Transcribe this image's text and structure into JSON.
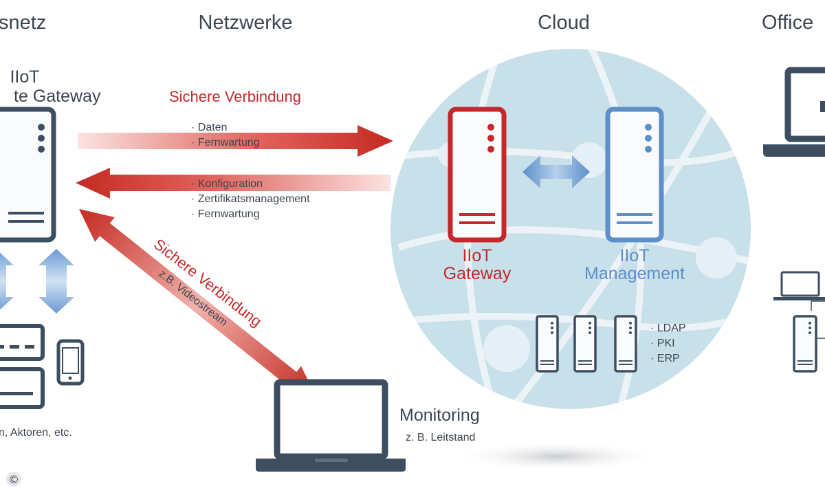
{
  "headers": {
    "left": "snetz",
    "networks": "Netzwerke",
    "cloud": "Cloud",
    "office": "Office"
  },
  "edge_gateway": {
    "line1": "IIoT",
    "line2": "te Gateway"
  },
  "secure_top": {
    "title": "Sichere Verbindung",
    "forward_items": [
      "· Daten",
      "· Fernwartung"
    ],
    "back_items": [
      "· Konfiguration",
      "· Zertifikatsmanagement",
      "· Fernwartung"
    ]
  },
  "secure_diag": {
    "title": "Sichere Verbindung",
    "sub": "z.B. Videostream"
  },
  "cloud_gateway": {
    "line1": "IIoT",
    "line2": "Gateway"
  },
  "cloud_management": {
    "line1": "IIoT",
    "line2": "Management"
  },
  "services": [
    "· LDAP",
    "· PKI",
    "· ERP"
  ],
  "monitoring": {
    "title": "Monitoring",
    "sub": "z. B. Leitstand"
  },
  "devices_label": "n, Aktoren, etc.",
  "copyright": "©",
  "colors": {
    "red": "#c4282a",
    "blue": "#5d8fcb",
    "dark": "#3c4e60",
    "globe": "#c8e0ea"
  }
}
